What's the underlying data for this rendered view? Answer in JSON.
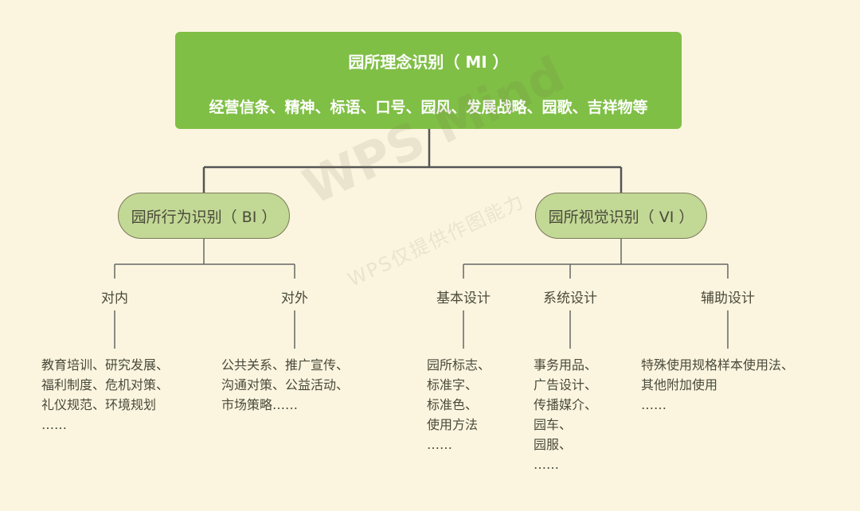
{
  "root": {
    "title": "园所理念识别（ MI ）",
    "subtitle": "经营信条、精神、标语、口号、园风、发展战略、园歌、吉祥物等"
  },
  "bi": {
    "label": "园所行为识别（ BI ）",
    "children": [
      {
        "label": "对内",
        "text": "教育培训、研究发展、\n福利制度、危机对策、\n礼仪规范、环境规划\n……"
      },
      {
        "label": "对外",
        "text": "公共关系、推广宣传、\n沟通对策、公益活动、\n市场策略……"
      }
    ]
  },
  "vi": {
    "label": "园所视觉识别（ VI ）",
    "children": [
      {
        "label": "基本设计",
        "text": "园所标志、\n标准字、\n标准色、\n使用方法\n……"
      },
      {
        "label": "系统设计",
        "text": "事务用品、\n广告设计、\n传播媒介、\n园车、\n园服、\n……"
      },
      {
        "label": "辅助设计",
        "text": "特殊使用规格样本使用法、\n其他附加使用\n……"
      }
    ]
  },
  "watermark": {
    "main": "WPS Mind",
    "sub": "WPS仅提供作图能力"
  },
  "colors": {
    "root_fill": "#7fbf45",
    "pill_fill": "#c2d895",
    "line": "#555555",
    "background": "#fbf5e0"
  }
}
